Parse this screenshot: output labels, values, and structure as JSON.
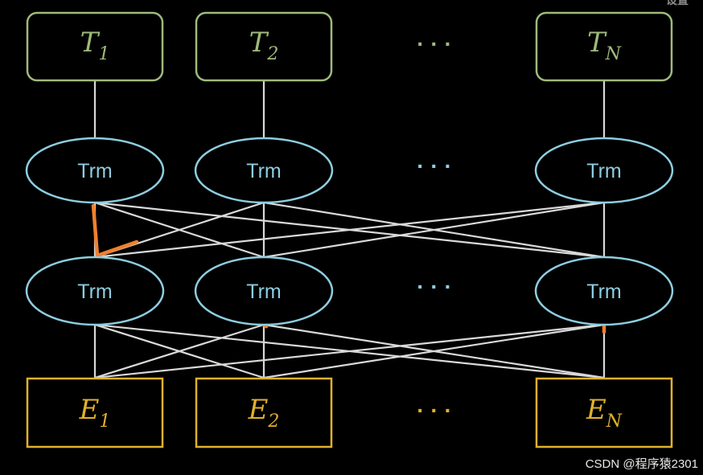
{
  "diagram": {
    "outputs": [
      {
        "letter": "T",
        "sub": "1"
      },
      {
        "letter": "T",
        "sub": "2"
      },
      {
        "letter": "T",
        "sub": "N"
      }
    ],
    "inputs": [
      {
        "letter": "E",
        "sub": "1"
      },
      {
        "letter": "E",
        "sub": "2"
      },
      {
        "letter": "E",
        "sub": "N"
      }
    ],
    "trm_label": "Trm",
    "ellipsis": "· · ·",
    "colors": {
      "output_box": "#9fba7c",
      "trm_node": "#8ecde0",
      "input_box": "#e0b12c",
      "connector": "#d9d9d9",
      "highlight": "#f0802d",
      "background": "#000000"
    }
  },
  "watermark": "CSDN @程序猿2301",
  "corner_text": "设置"
}
